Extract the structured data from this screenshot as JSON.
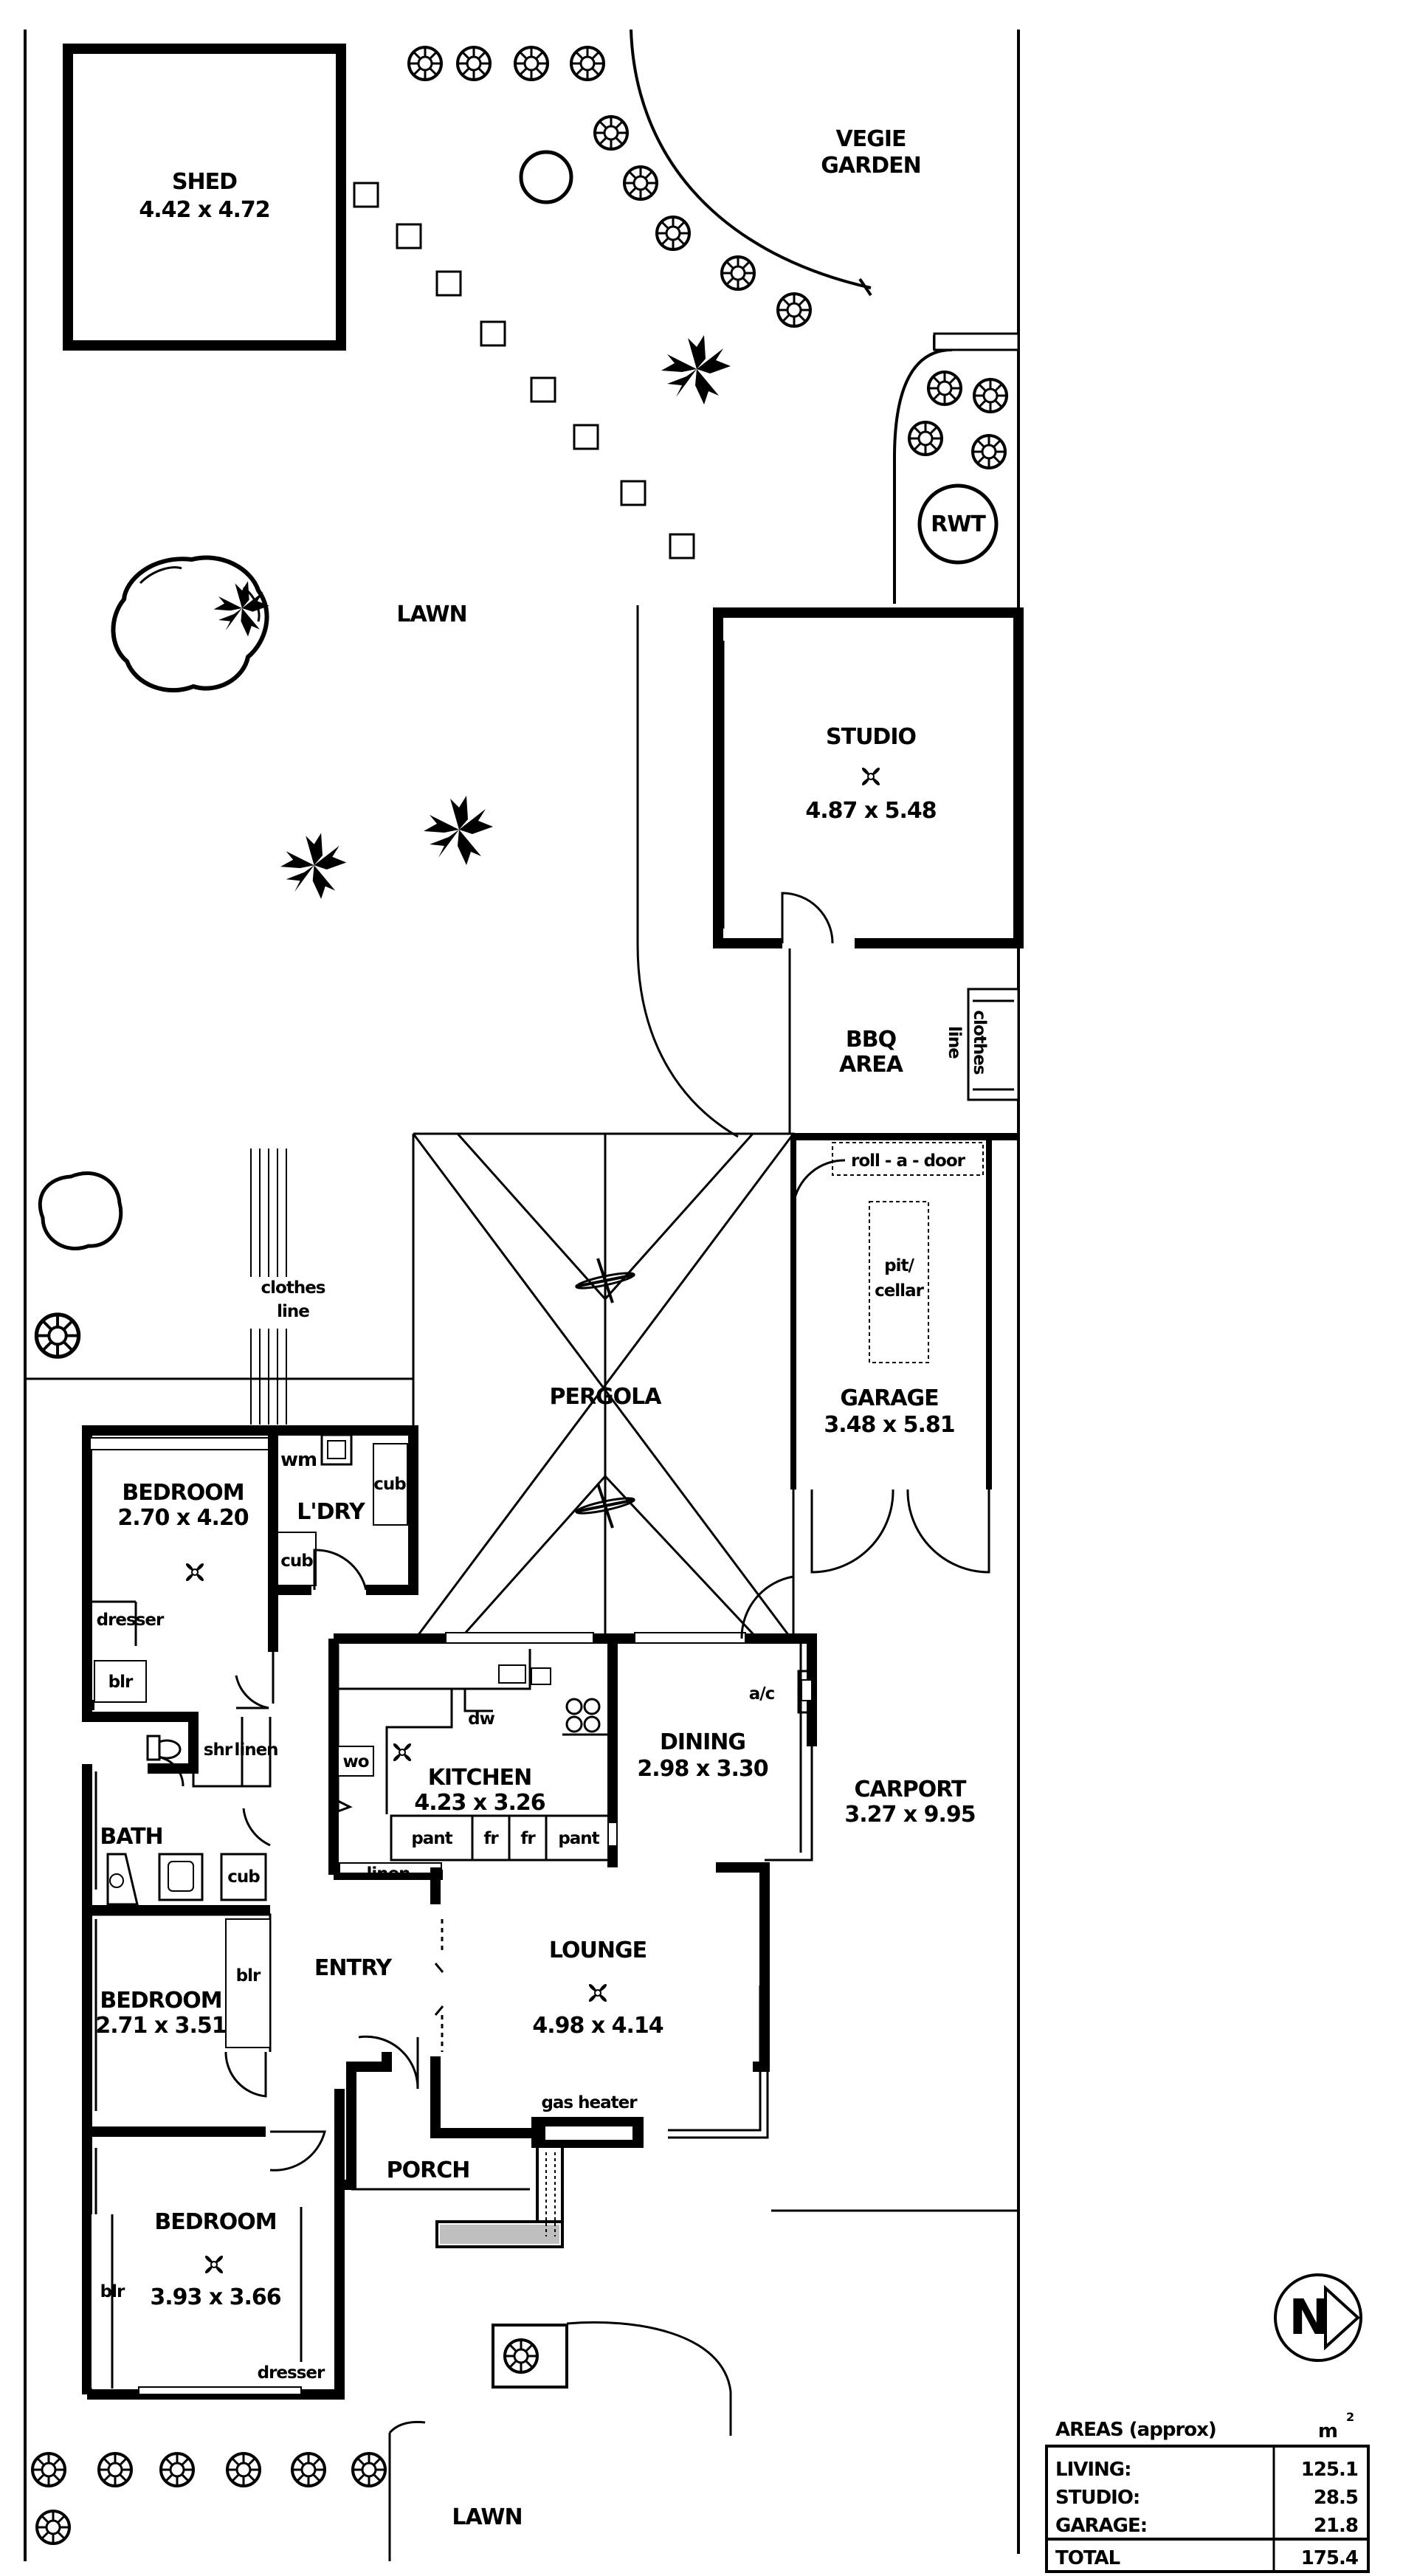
{
  "rooms": {
    "shed": {
      "name": "SHED",
      "dims": "4.42 x 4.72"
    },
    "vegie": {
      "line1": "VEGIE",
      "line2": "GARDEN"
    },
    "rwt": "RWT",
    "lawn_back": "LAWN",
    "studio": {
      "name": "STUDIO",
      "dims": "4.87 x 5.48"
    },
    "bbq": {
      "line1": "BBQ",
      "line2": "AREA"
    },
    "clothes_line_vert": {
      "line1": "clothes",
      "line2": "line"
    },
    "roll_a_door": "roll - a - door",
    "pit": {
      "line1": "pit/",
      "line2": "cellar"
    },
    "garage": {
      "name": "GARAGE",
      "dims": "3.48 x 5.81"
    },
    "clothes_line": {
      "line1": "clothes",
      "line2": "line"
    },
    "pergola": "PERGOLA",
    "bedroom1": {
      "name": "BEDROOM",
      "dims": "2.70 x 4.20"
    },
    "wm": "wm",
    "ldry": "L'DRY",
    "cub1": "cub",
    "cub2": "cub",
    "dresser1": "dresser",
    "blr1": "blr",
    "shr": "shr",
    "linen1": "linen",
    "bath": "BATH",
    "cub3": "cub",
    "dw": "dw",
    "wo": "wo",
    "kitchen": {
      "name": "KITCHEN",
      "dims": "4.23 x 3.26"
    },
    "pant1": "pant",
    "fr1": "fr",
    "fr2": "fr",
    "pant2": "pant",
    "ac": "a/c",
    "dining": {
      "name": "DINING",
      "dims": "2.98 x 3.30"
    },
    "carport": {
      "name": "CARPORT",
      "dims": "3.27 x 9.95"
    },
    "linen2": "linen",
    "bedroom2": {
      "name": "BEDROOM",
      "dims": "2.71 x 3.51"
    },
    "blr2": "blr",
    "entry": "ENTRY",
    "lounge": {
      "name": "LOUNGE",
      "dims": "4.98 x 4.14"
    },
    "gas_heater": "gas heater",
    "porch": "PORCH",
    "bedroom3": {
      "name": "BEDROOM",
      "dims": "3.93 x 3.66"
    },
    "blr3": "blr",
    "dresser2": "dresser",
    "lawn_front": "LAWN"
  },
  "compass": {
    "letter": "N"
  },
  "areas": {
    "title": "AREAS (approx)",
    "unit": "m",
    "unit_sup": "2",
    "rows": [
      {
        "label": "LIVING:",
        "value": "125.1"
      },
      {
        "label": "STUDIO:",
        "value": "28.5"
      },
      {
        "label": "GARAGE:",
        "value": "21.8"
      }
    ],
    "total_label": "TOTAL",
    "total_value": "175.4"
  }
}
